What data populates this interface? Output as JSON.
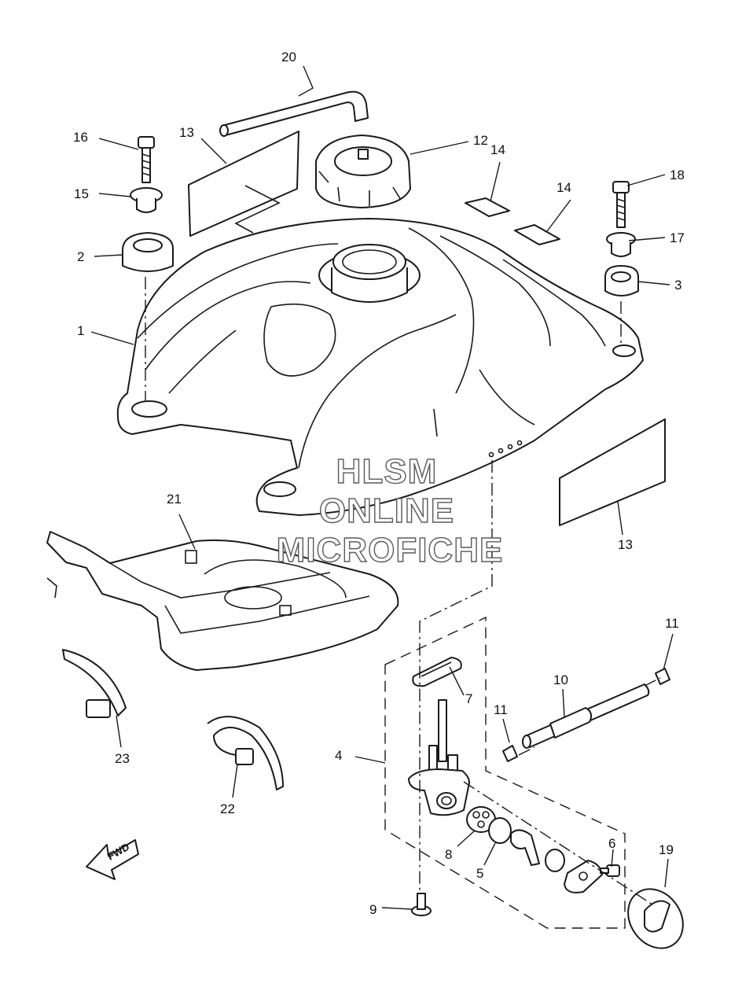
{
  "watermark": {
    "line1": "HLSM",
    "line2": "ONLINE",
    "line3": "MICROFICHE"
  },
  "direction_badge": {
    "label": "FWD"
  },
  "callouts": {
    "c1": "1",
    "c2": "2",
    "c3": "3",
    "c4": "4",
    "c5": "5",
    "c6": "6",
    "c7": "7",
    "c8": "8",
    "c9": "9",
    "c10": "10",
    "c11a": "11",
    "c11b": "11",
    "c12": "12",
    "c13a": "13",
    "c13b": "13",
    "c14a": "14",
    "c14b": "14",
    "c15": "15",
    "c16": "16",
    "c17": "17",
    "c18": "18",
    "c19": "19",
    "c20": "20",
    "c21": "21",
    "c22": "22",
    "c23": "23"
  },
  "icons": [
    "fuel-tank",
    "fuel-cap",
    "fuel-cock",
    "breather-hose",
    "band",
    "fwd-arrow"
  ]
}
